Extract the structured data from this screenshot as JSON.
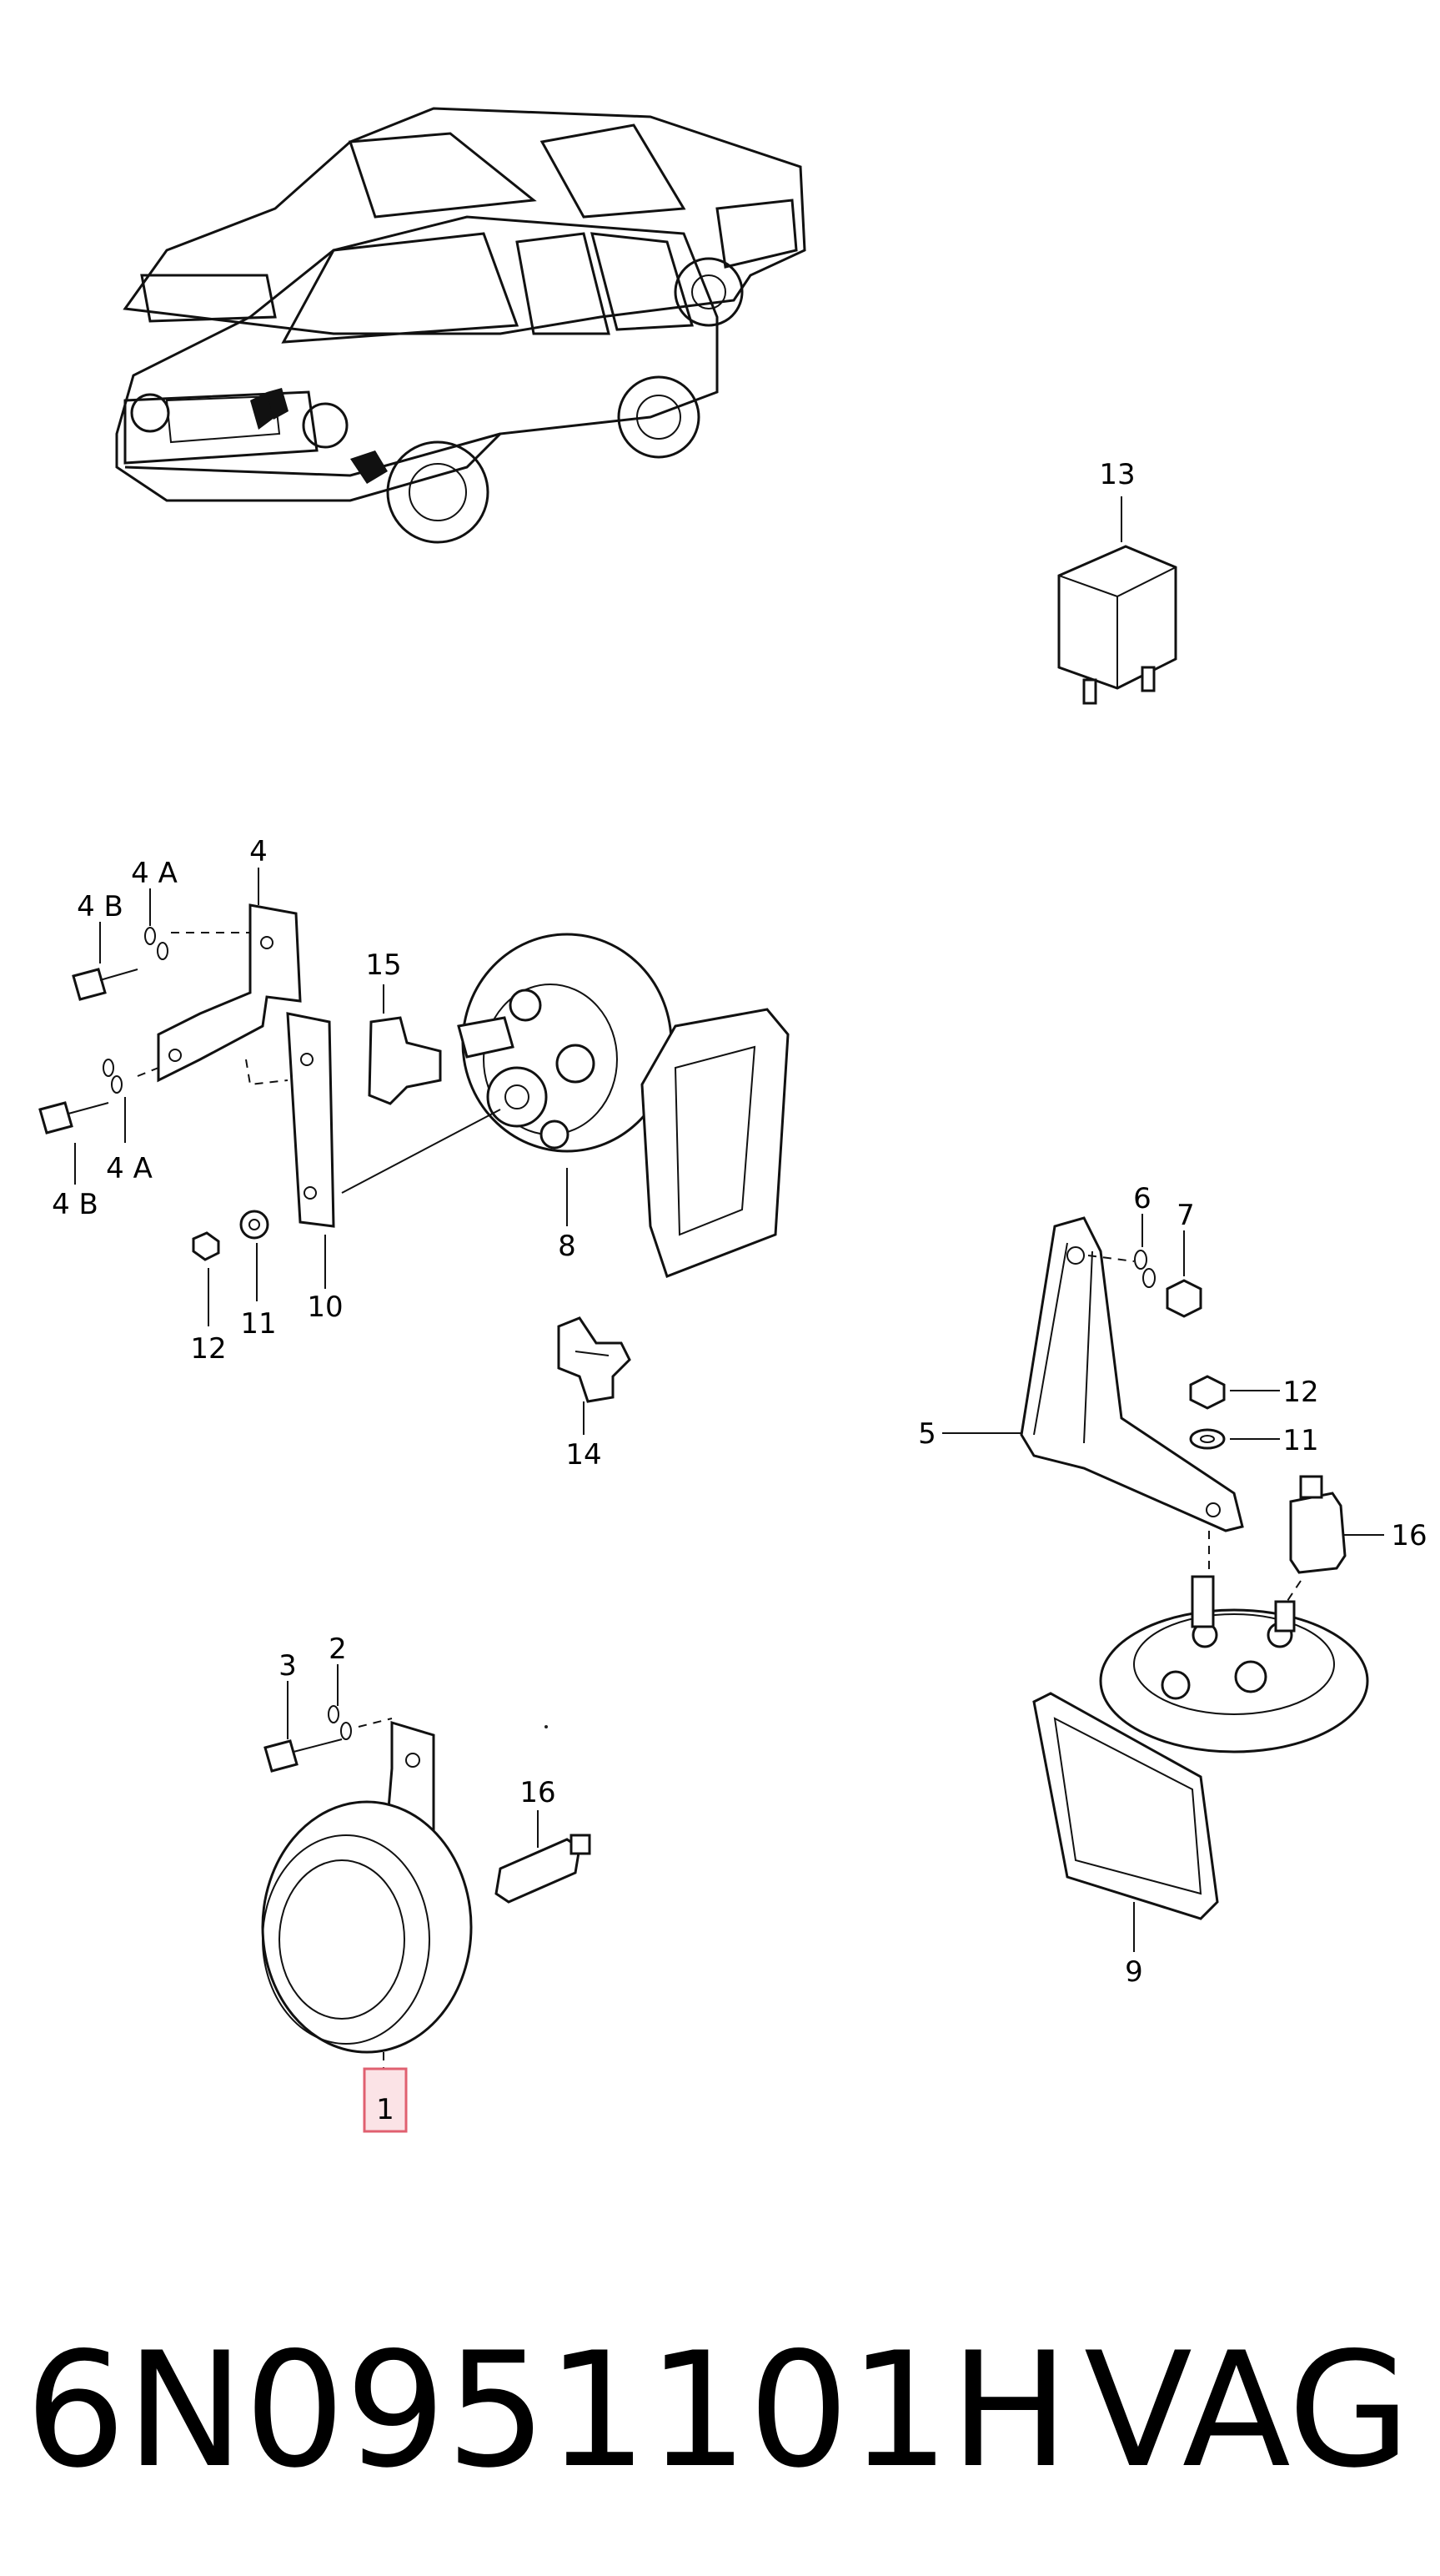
{
  "callouts": {
    "c1": "1",
    "c2": "2",
    "c3": "3",
    "c4": "4",
    "c4A_top": "4 A",
    "c4A_bottom": "4 A",
    "c4B_top": "4 B",
    "c4B_bottom": "4 B",
    "c5": "5",
    "c6": "6",
    "c7": "7",
    "c8": "8",
    "c9": "9",
    "c10": "10",
    "c11_left": "11",
    "c11_right": "11",
    "c12_left": "12",
    "c12_right": "12",
    "c13": "13",
    "c14": "14",
    "c15": "15",
    "c16_right": "16",
    "c16_bottom": "16"
  },
  "highlight": {
    "callout": "1",
    "color": "#e06070"
  },
  "footer": {
    "part_number": "6N0951101H",
    "brand": "VAG"
  }
}
